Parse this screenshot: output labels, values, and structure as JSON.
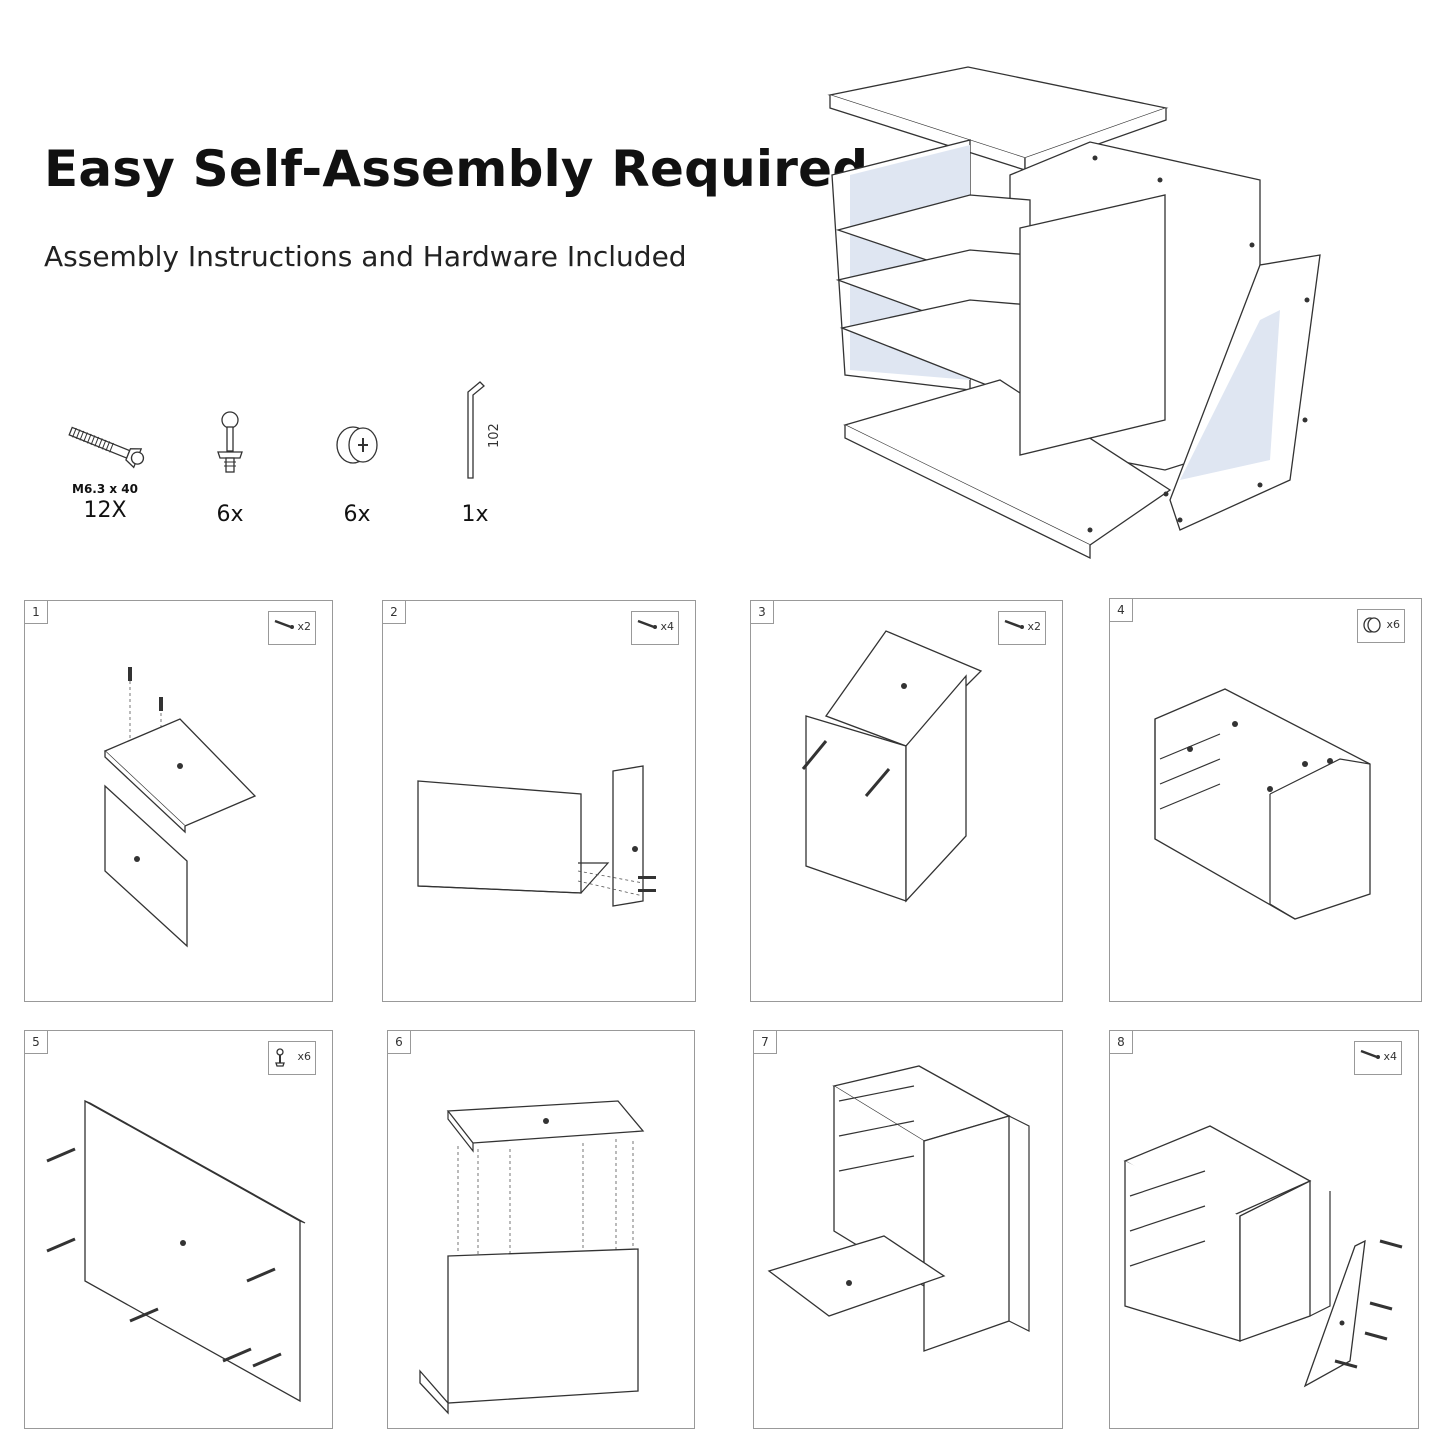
{
  "header": {
    "title": "Easy Self-Assembly Required",
    "subtitle": "Assembly Instructions and Hardware Included"
  },
  "hardware": [
    {
      "icon": "long-screw-icon",
      "spec": "M6.3 x 40",
      "qty": "12X"
    },
    {
      "icon": "cam-bolt-icon",
      "spec": "",
      "qty": "6x"
    },
    {
      "icon": "cam-lock-nut-icon",
      "spec": "",
      "qty": "6x"
    },
    {
      "icon": "allen-key-icon",
      "spec": "102",
      "qty": "1x"
    }
  ],
  "steps": [
    {
      "number": "1",
      "badge_count": "x2",
      "badge_icon": "screw-icon"
    },
    {
      "number": "2",
      "badge_count": "x4",
      "badge_icon": "screw-icon"
    },
    {
      "number": "3",
      "badge_count": "x2",
      "badge_icon": "screw-icon"
    },
    {
      "number": "4",
      "badge_count": "x6",
      "badge_icon": "cam-lock-nut-icon"
    },
    {
      "number": "5",
      "badge_count": "x6",
      "badge_icon": "cam-bolt-icon"
    },
    {
      "number": "6",
      "badge_count": "",
      "badge_icon": ""
    },
    {
      "number": "7",
      "badge_count": "",
      "badge_icon": ""
    },
    {
      "number": "8",
      "badge_count": "x4",
      "badge_icon": "screw-icon"
    }
  ]
}
